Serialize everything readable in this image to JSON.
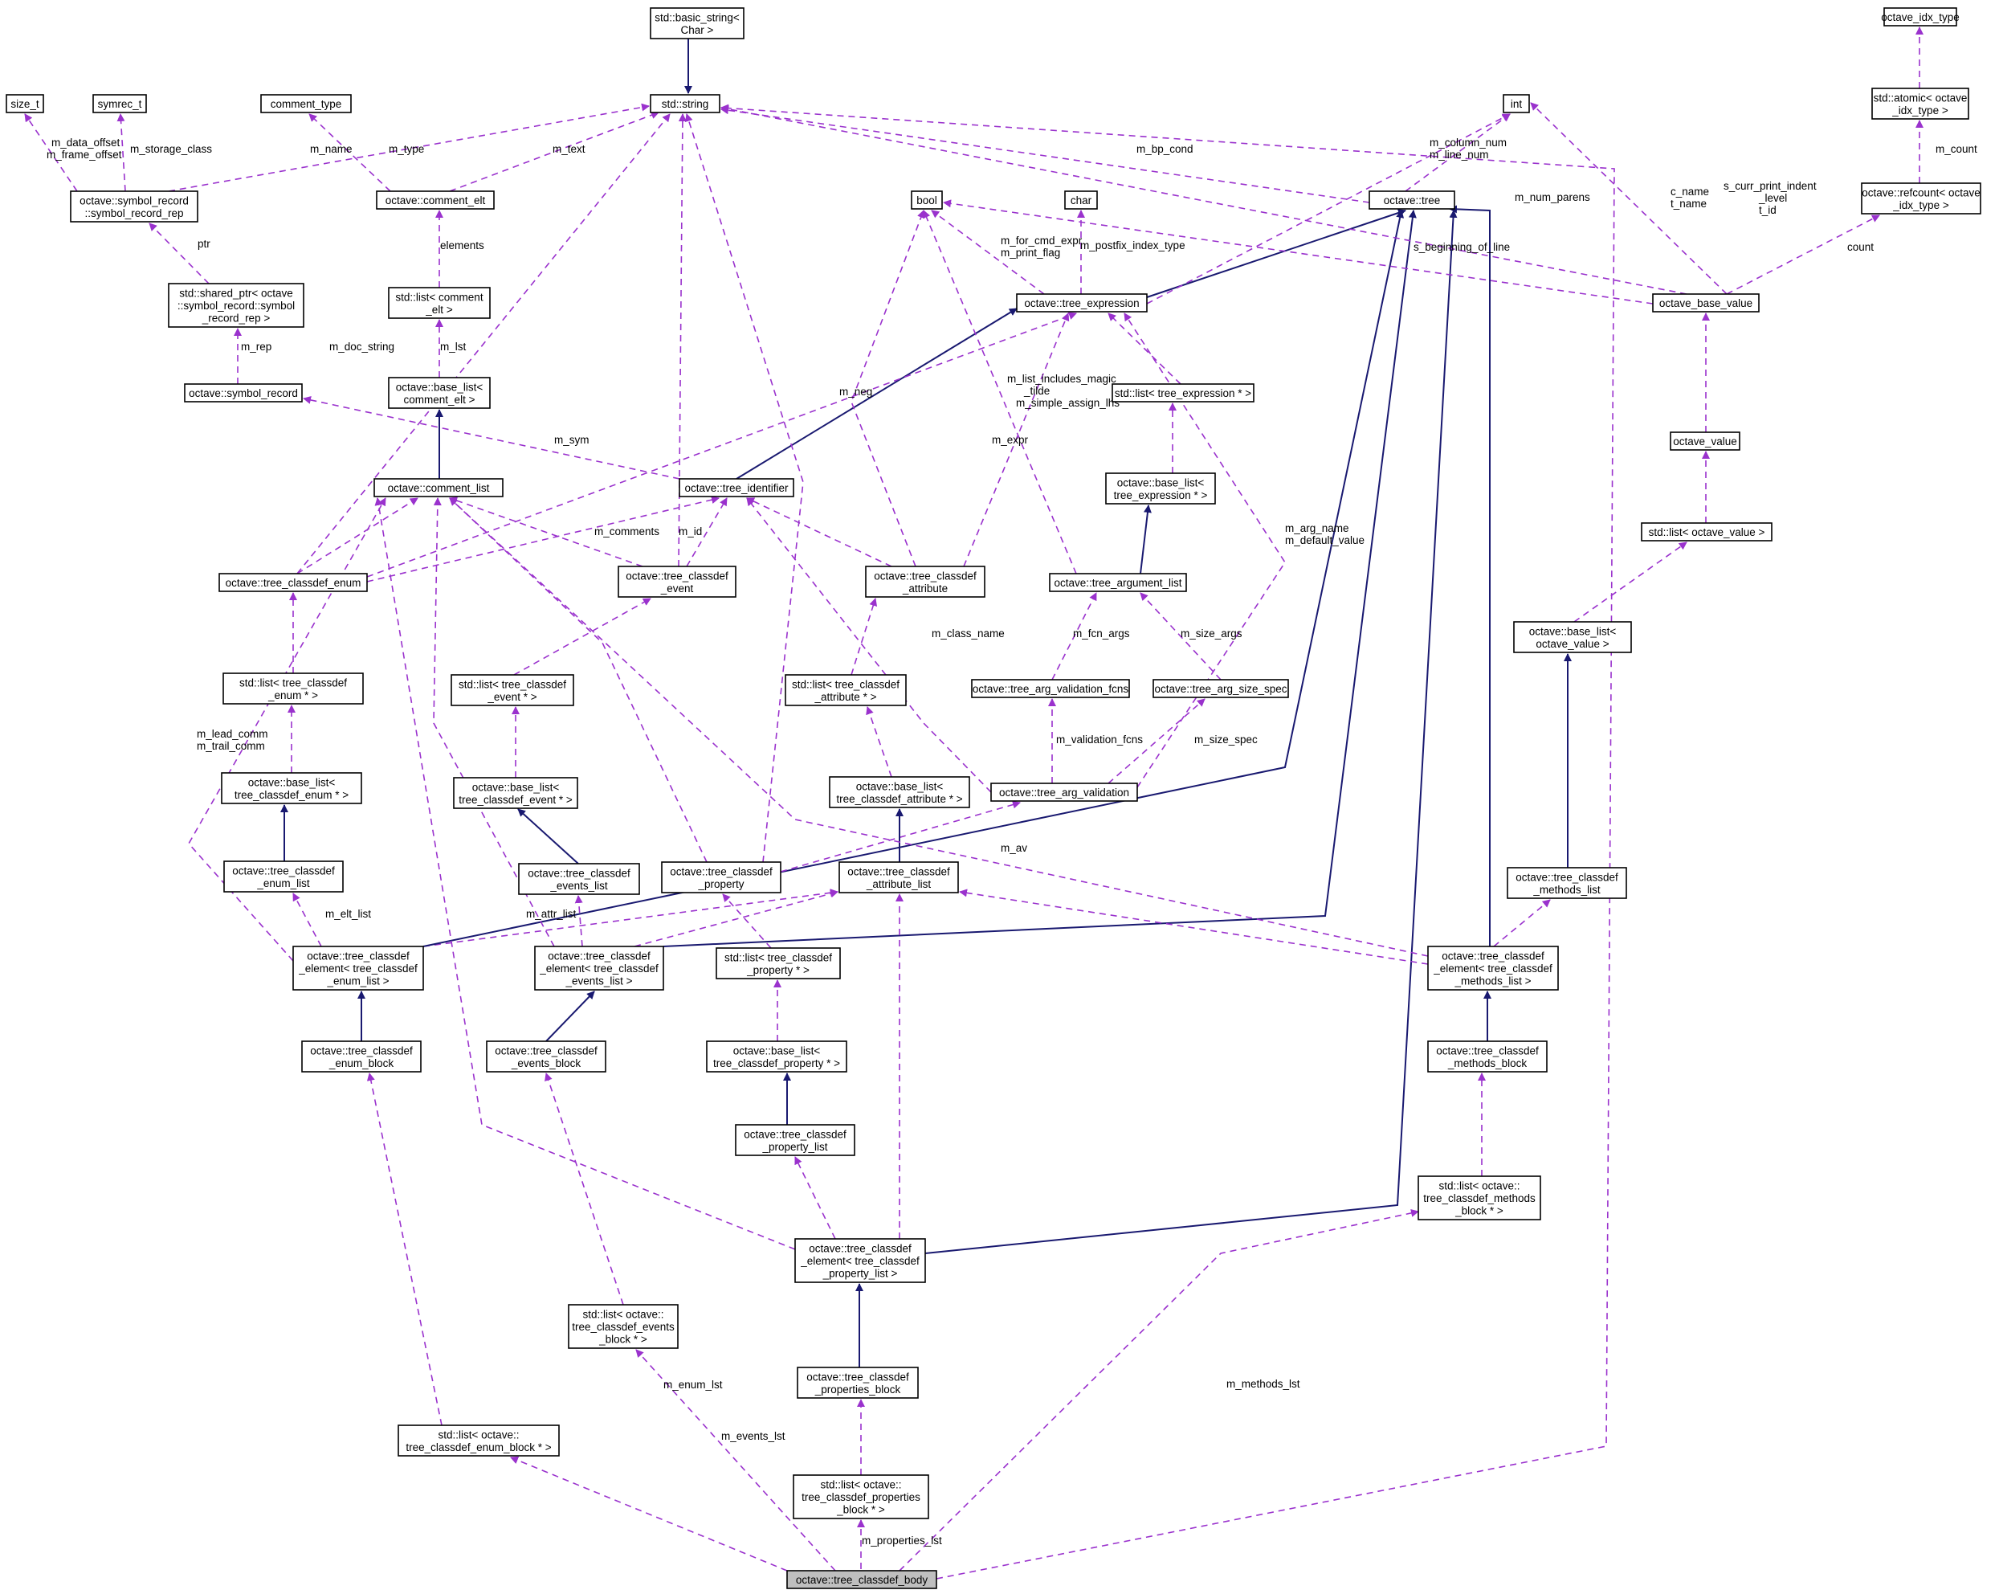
{
  "colors": {
    "inheritance": "#191970",
    "usage": "#9a32cd",
    "focus_node": "#bfbfbf"
  },
  "nodes": [
    {
      "id": "basic_string",
      "lines": [
        "std::basic_string<",
        "Char >"
      ]
    },
    {
      "id": "string",
      "lines": [
        "std::string"
      ]
    },
    {
      "id": "size_t",
      "lines": [
        "size_t"
      ]
    },
    {
      "id": "symrec_t",
      "lines": [
        "symrec_t"
      ]
    },
    {
      "id": "comment_type",
      "lines": [
        "comment_type"
      ]
    },
    {
      "id": "symbol_record_rep",
      "lines": [
        "octave::symbol_record",
        "::symbol_record_rep"
      ]
    },
    {
      "id": "comment_elt",
      "lines": [
        "octave::comment_elt"
      ]
    },
    {
      "id": "shared_ptr",
      "lines": [
        "std::shared_ptr< octave",
        "::symbol_record::symbol",
        "_record_rep >"
      ]
    },
    {
      "id": "list_comment_elt",
      "lines": [
        "std::list< comment",
        "_elt >"
      ]
    },
    {
      "id": "symbol_record",
      "lines": [
        "octave::symbol_record"
      ]
    },
    {
      "id": "base_list_comment_elt",
      "lines": [
        "octave::base_list<",
        "comment_elt >"
      ]
    },
    {
      "id": "comment_list",
      "lines": [
        "octave::comment_list"
      ]
    },
    {
      "id": "tree_identifier",
      "lines": [
        "octave::tree_identifier"
      ]
    },
    {
      "id": "classdef_enum",
      "lines": [
        "octave::tree_classdef_enum"
      ]
    },
    {
      "id": "classdef_event",
      "lines": [
        "octave::tree_classdef",
        "_event"
      ]
    },
    {
      "id": "list_classdef_enum",
      "lines": [
        "std::list< tree_classdef",
        "_enum * >"
      ]
    },
    {
      "id": "list_classdef_event",
      "lines": [
        "std::list< tree_classdef",
        "_event * >"
      ]
    },
    {
      "id": "base_list_enum",
      "lines": [
        "octave::base_list<",
        "tree_classdef_enum * >"
      ]
    },
    {
      "id": "base_list_event",
      "lines": [
        "octave::base_list<",
        "tree_classdef_event * >"
      ]
    },
    {
      "id": "enum_list",
      "lines": [
        "octave::tree_classdef",
        "_enum_list"
      ]
    },
    {
      "id": "events_list",
      "lines": [
        "octave::tree_classdef",
        "_events_list"
      ]
    },
    {
      "id": "element_enum",
      "lines": [
        "octave::tree_classdef",
        "_element< tree_classdef",
        "_enum_list >"
      ]
    },
    {
      "id": "element_events",
      "lines": [
        "octave::tree_classdef",
        "_element< tree_classdef",
        "_events_list >"
      ]
    },
    {
      "id": "enum_block",
      "lines": [
        "octave::tree_classdef",
        "_enum_block"
      ]
    },
    {
      "id": "events_block",
      "lines": [
        "octave::tree_classdef",
        "_events_block"
      ]
    },
    {
      "id": "list_events_block",
      "lines": [
        "std::list< octave::",
        "tree_classdef_events",
        "_block * >"
      ]
    },
    {
      "id": "list_enum_block",
      "lines": [
        "std::list< octave::",
        "tree_classdef_enum_block * >"
      ]
    },
    {
      "id": "int",
      "lines": [
        "int"
      ]
    },
    {
      "id": "bool",
      "lines": [
        "bool"
      ]
    },
    {
      "id": "char",
      "lines": [
        "char"
      ]
    },
    {
      "id": "tree",
      "lines": [
        "octave::tree"
      ]
    },
    {
      "id": "tree_expression",
      "lines": [
        "octave::tree_expression"
      ]
    },
    {
      "id": "list_tree_expression",
      "lines": [
        "std::list< tree_expression * >"
      ]
    },
    {
      "id": "base_list_tree_expression",
      "lines": [
        "octave::base_list<",
        "tree_expression * >"
      ]
    },
    {
      "id": "tree_argument_list",
      "lines": [
        "octave::tree_argument_list"
      ]
    },
    {
      "id": "classdef_attribute",
      "lines": [
        "octave::tree_classdef",
        "_attribute"
      ]
    },
    {
      "id": "list_classdef_attribute",
      "lines": [
        "std::list< tree_classdef",
        "_attribute * >"
      ]
    },
    {
      "id": "arg_validation_fcns",
      "lines": [
        "octave::tree_arg_validation_fcns"
      ]
    },
    {
      "id": "arg_size_spec",
      "lines": [
        "octave::tree_arg_size_spec"
      ]
    },
    {
      "id": "base_list_attribute",
      "lines": [
        "octave::base_list<",
        "tree_classdef_attribute * >"
      ]
    },
    {
      "id": "arg_validation",
      "lines": [
        "octave::tree_arg_validation"
      ]
    },
    {
      "id": "classdef_property",
      "lines": [
        "octave::tree_classdef",
        "_property"
      ]
    },
    {
      "id": "attribute_list",
      "lines": [
        "octave::tree_classdef",
        "_attribute_list"
      ]
    },
    {
      "id": "list_classdef_property",
      "lines": [
        "std::list< tree_classdef",
        "_property * >"
      ]
    },
    {
      "id": "base_list_property",
      "lines": [
        "octave::base_list<",
        "tree_classdef_property * >"
      ]
    },
    {
      "id": "property_list",
      "lines": [
        "octave::tree_classdef",
        "_property_list"
      ]
    },
    {
      "id": "element_property",
      "lines": [
        "octave::tree_classdef",
        "_element< tree_classdef",
        "_property_list >"
      ]
    },
    {
      "id": "properties_block",
      "lines": [
        "octave::tree_classdef",
        "_properties_block"
      ]
    },
    {
      "id": "list_properties_block",
      "lines": [
        "std::list< octave::",
        "tree_classdef_properties",
        "_block * >"
      ]
    },
    {
      "id": "classdef_body",
      "lines": [
        "octave::tree_classdef_body"
      ],
      "focus": true
    },
    {
      "id": "octave_idx_type",
      "lines": [
        "octave_idx_type"
      ]
    },
    {
      "id": "atomic",
      "lines": [
        "std::atomic< octave",
        "_idx_type >"
      ]
    },
    {
      "id": "refcount",
      "lines": [
        "octave::refcount< octave",
        "_idx_type >"
      ]
    },
    {
      "id": "octave_base_value",
      "lines": [
        "octave_base_value"
      ]
    },
    {
      "id": "octave_value",
      "lines": [
        "octave_value"
      ]
    },
    {
      "id": "list_octave_value",
      "lines": [
        "std::list< octave_value >"
      ]
    },
    {
      "id": "base_list_octave_value",
      "lines": [
        "octave::base_list<",
        "octave_value >"
      ]
    },
    {
      "id": "methods_list",
      "lines": [
        "octave::tree_classdef",
        "_methods_list"
      ]
    },
    {
      "id": "element_methods",
      "lines": [
        "octave::tree_classdef",
        "_element< tree_classdef",
        "_methods_list >"
      ]
    },
    {
      "id": "methods_block",
      "lines": [
        "octave::tree_classdef",
        "_methods_block"
      ]
    },
    {
      "id": "list_methods_block",
      "lines": [
        "std::list< octave::",
        "tree_classdef_methods",
        "_block * >"
      ]
    }
  ],
  "edge_labels": [
    "m_data_offset",
    "m_frame_offset",
    "m_storage_class",
    "m_name",
    "m_type",
    "m_text",
    "ptr",
    "elements",
    "m_rep",
    "m_lst",
    "m_doc_string",
    "m_sym",
    "m_comments",
    "m_id",
    "m_bp_cond",
    "m_column_num",
    "m_line_num",
    "m_num_parens",
    "c_name",
    "t_name",
    "s_curr_print_indent",
    "_level",
    "t_id",
    "s_beginning_of_line",
    "count",
    "m_count",
    "m_for_cmd_expr",
    "m_print_flag",
    "m_postfix_index_type",
    "m_list_includes_magic",
    "_tilde",
    "m_simple_assign_lhs",
    "m_neg",
    "m_expr",
    "m_arg_name",
    "m_default_value",
    "m_class_name",
    "m_fcn_args",
    "m_size_args",
    "m_validation_fcns",
    "m_size_spec",
    "m_lead_comm",
    "m_trail_comm",
    "m_av",
    "m_elt_list",
    "m_attr_list",
    "m_enum_lst",
    "m_events_lst",
    "m_properties_lst",
    "m_methods_lst"
  ]
}
